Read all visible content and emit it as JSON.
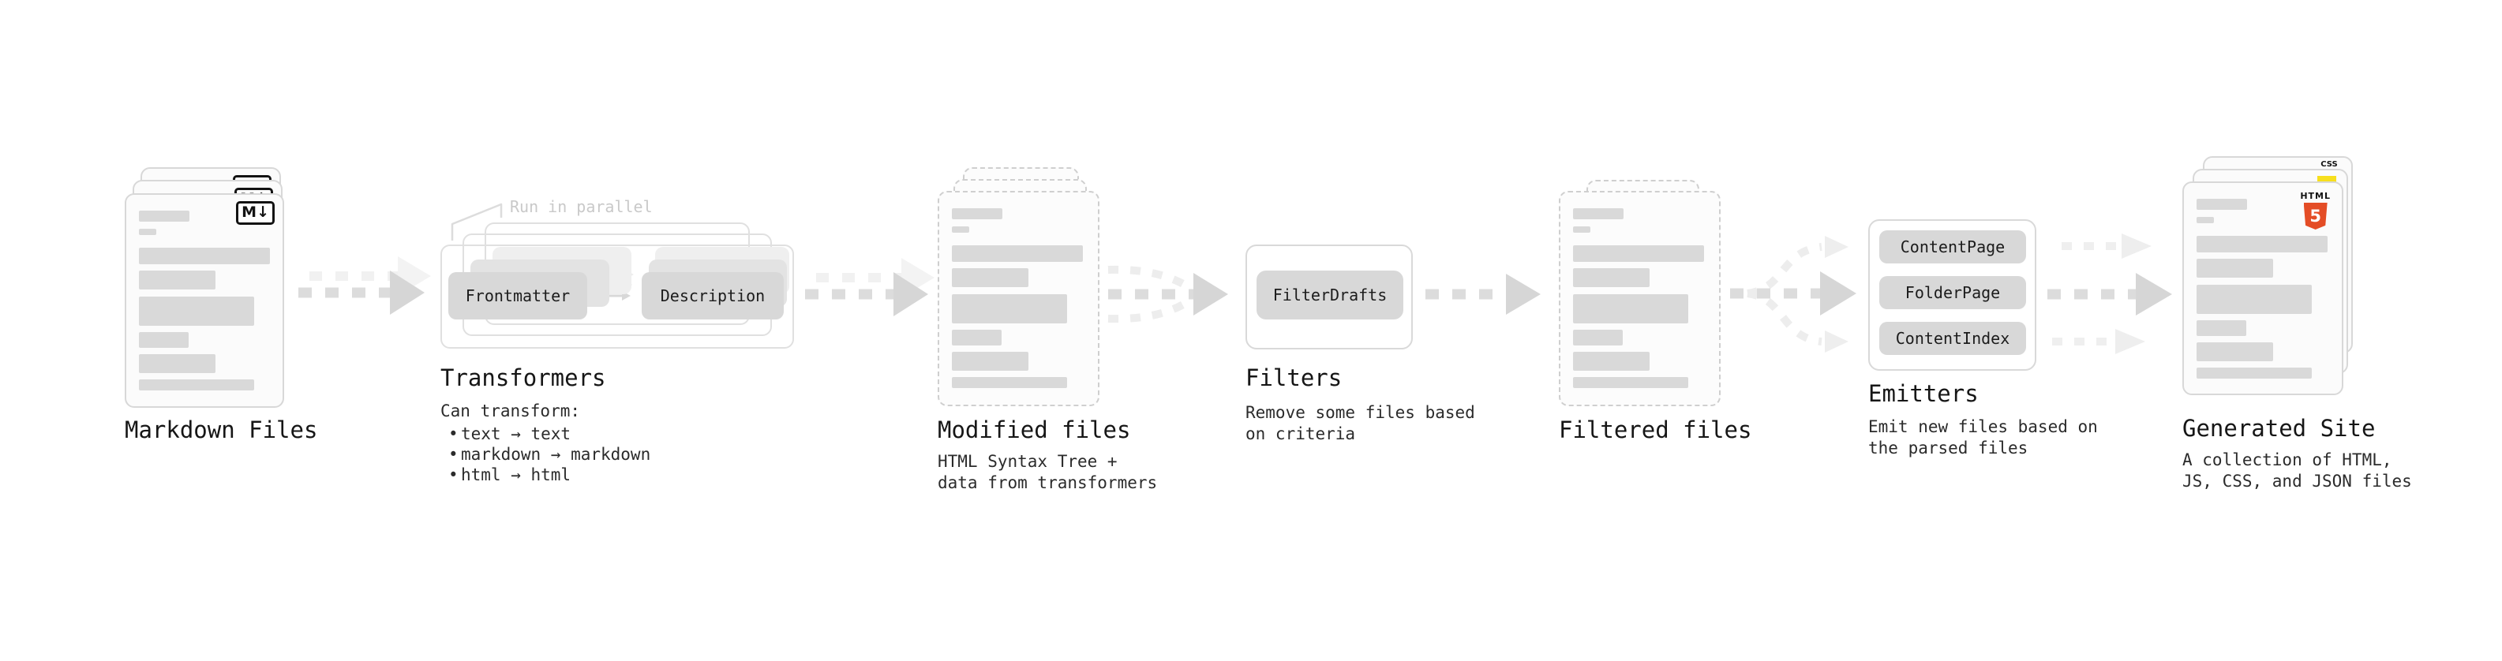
{
  "stages": {
    "markdown_files": {
      "title": "Markdown Files",
      "badge": "M↓"
    },
    "transformers": {
      "annotation": "Run in parallel",
      "input_pill": "Frontmatter",
      "output_pill": "Description",
      "title": "Transformers",
      "subtitle": "Can transform:",
      "bullets": [
        "text → text",
        "markdown → markdown",
        "html → html"
      ]
    },
    "modified_files": {
      "title": "Modified files",
      "subtitle": "HTML Syntax Tree +\ndata from transformers"
    },
    "filters": {
      "pill": "FilterDrafts",
      "title": "Filters",
      "subtitle": "Remove some files based\non criteria"
    },
    "filtered_files": {
      "title": "Filtered files"
    },
    "emitters": {
      "pills": [
        "ContentPage",
        "FolderPage",
        "ContentIndex"
      ],
      "title": "Emitters",
      "subtitle": "Emit new files based on\nthe parsed files"
    },
    "generated_site": {
      "title": "Generated Site",
      "subtitle": "A collection of HTML,\nJS, CSS, and JSON files",
      "css_icon_label": "CSS",
      "html5_icon_label": "HTML",
      "html5_icon_number": "5"
    }
  },
  "colors": {
    "html5_orange": "#E44D26",
    "js_yellow": "#F7DF1E",
    "css_blue": "#2965F1",
    "bar_gray": "#d9d9d9",
    "arrow_gray": "#d6d6d6",
    "ghost_gray": "#efefef"
  }
}
